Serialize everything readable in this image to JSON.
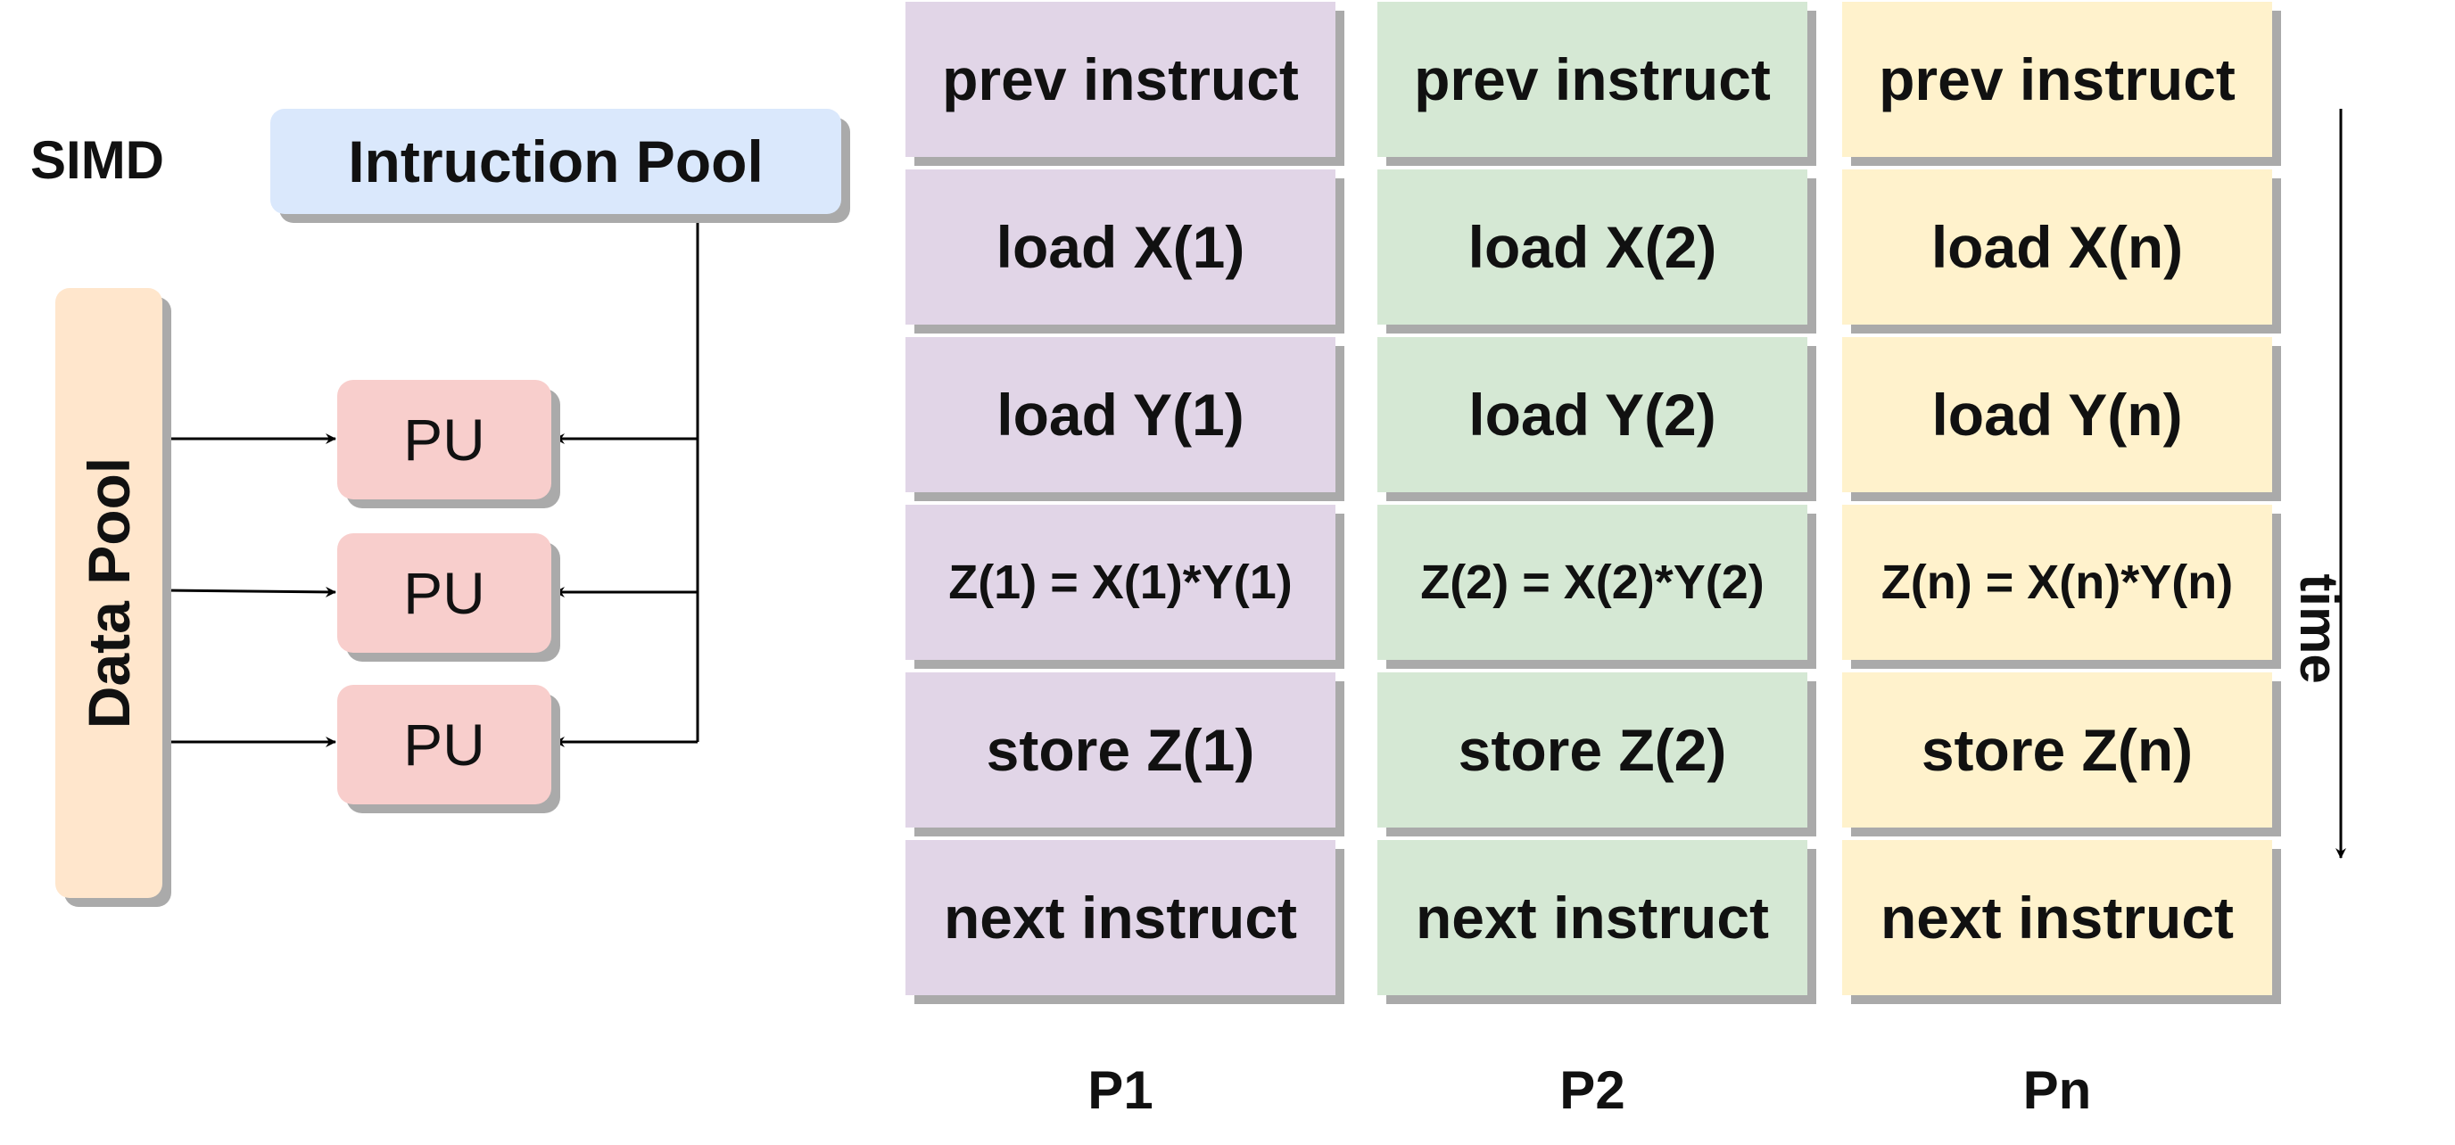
{
  "simd_label": "SIMD",
  "instruction_pool": {
    "label": "Intruction Pool",
    "color": "#dae8fc"
  },
  "data_pool": {
    "label": "Data Pool",
    "color": "#ffe6cc"
  },
  "processing_units": [
    {
      "label": "PU"
    },
    {
      "label": "PU"
    },
    {
      "label": "PU"
    }
  ],
  "pu_color": "#f8cecc",
  "processors": [
    {
      "name": "P1",
      "color": "#e1d5e7",
      "steps": [
        "prev instruct",
        "load X(1)",
        "load Y(1)",
        "Z(1) = X(1)*Y(1)",
        "store Z(1)",
        "next instruct"
      ]
    },
    {
      "name": "P2",
      "color": "#d5e8d4",
      "steps": [
        "prev instruct",
        "load X(2)",
        "load Y(2)",
        "Z(2) = X(2)*Y(2)",
        "store Z(2)",
        "next instruct"
      ]
    },
    {
      "name": "Pn",
      "color": "#fff2cc",
      "steps": [
        "prev instruct",
        "load X(n)",
        "load Y(n)",
        "Z(n) = X(n)*Y(n)",
        "store Z(n)",
        "next instruct"
      ]
    }
  ],
  "time_label": "time"
}
